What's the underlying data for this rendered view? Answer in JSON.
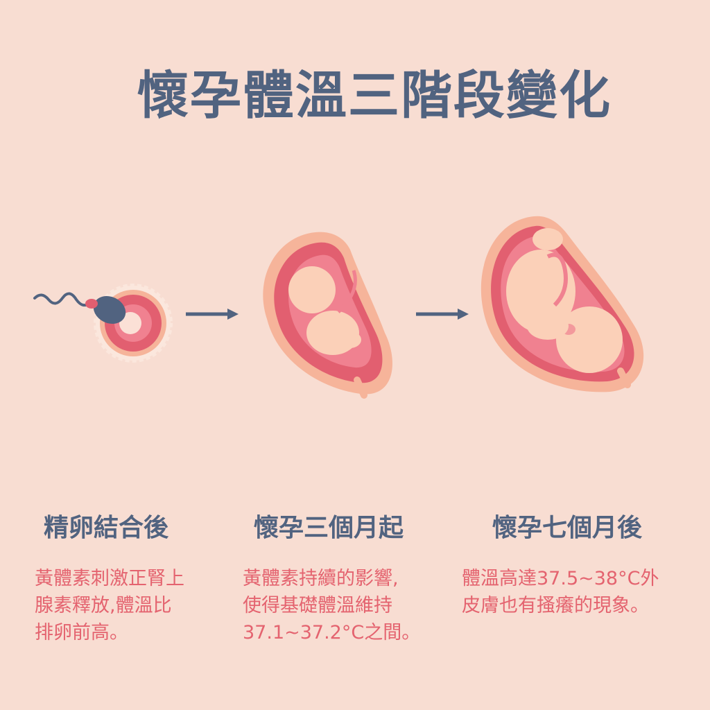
{
  "title": "懷孕體溫三階段變化",
  "stages": [
    {
      "heading": "精卵結合後",
      "description": "黃體素刺激正腎上\n腺素釋放,體溫比\n排卵前高。",
      "illustration": "sperm-egg-icon"
    },
    {
      "heading": "懷孕三個月起",
      "description": "黃體素持續的影響,\n使得基礎體溫維持\n37.1~37.2°C之間。",
      "illustration": "fetus-three-months-icon"
    },
    {
      "heading": "懷孕七個月後",
      "description": "體溫高達37.5~38°C外\n皮膚也有搔癢的現象。",
      "illustration": "fetus-seven-months-icon"
    }
  ],
  "colors": {
    "background": "#f8ddd2",
    "heading": "#516380",
    "description": "#e4636f",
    "womb_outer": "#f6b49a",
    "womb_inner": "#e25f70",
    "fetus": "#fbd0b8"
  }
}
